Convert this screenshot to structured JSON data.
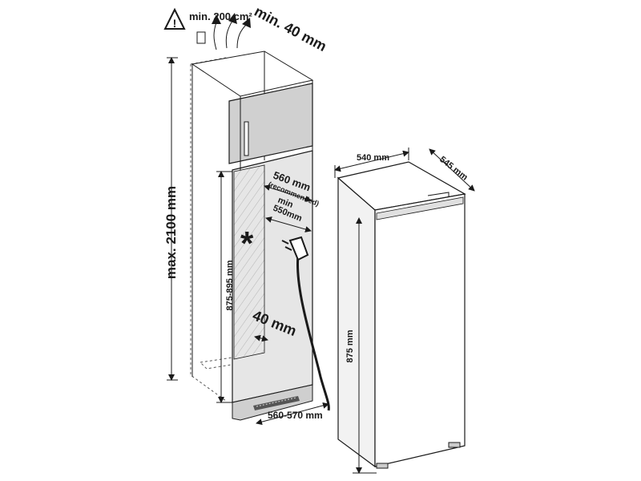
{
  "labels": {
    "ventilation": "min. 200 cm²",
    "top_gap": "min. 40 mm",
    "max_height": "max. 2100 mm",
    "niche_width_recommended": "560 mm",
    "recommended_note": "(recommended)",
    "min_word": "min",
    "niche_width_min": "550mm",
    "niche_height": "875-895 mm",
    "star": "*",
    "side_gap": "40 mm",
    "bottom_width": "560-570 mm",
    "appliance_width": "540 mm",
    "appliance_depth": "545 mm",
    "appliance_height": "875 mm"
  },
  "colors": {
    "line": "#1a1a1a",
    "cabinet_door": "#d0d0d0",
    "cabinet_inner": "#e6e6e6",
    "hatch": "#b4b4b4",
    "appliance_body": "#f2f2f2"
  }
}
